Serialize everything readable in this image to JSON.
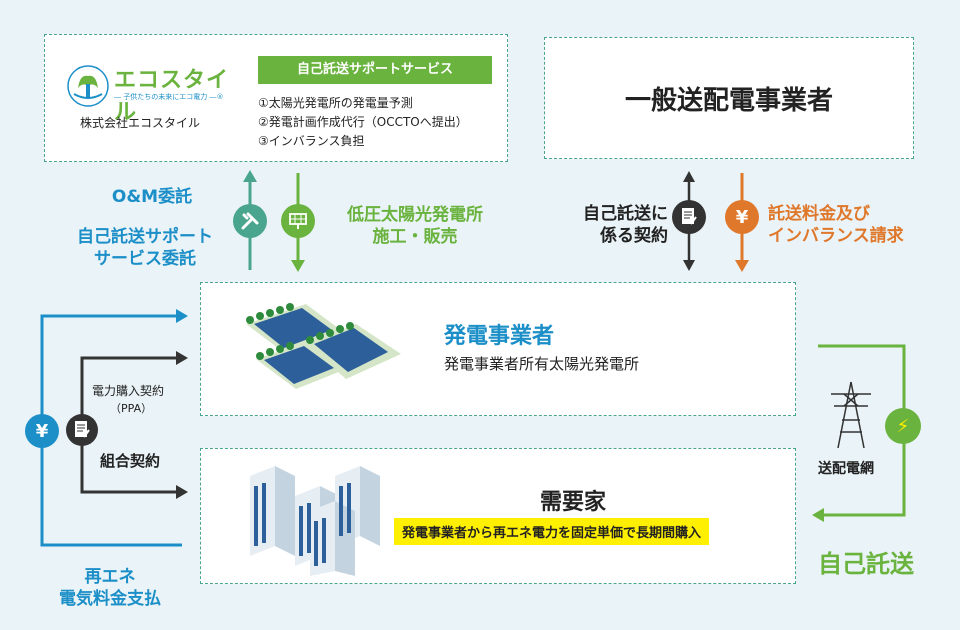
{
  "company": {
    "logo_name": "エコスタイル",
    "logo_tagline": "― 子供たちの未来にエコ電力 ―®",
    "name": "株式会社エコスタイル"
  },
  "service": {
    "title": "自己託送サポートサービス",
    "items": [
      "①太陽光発電所の発電量予測",
      "②発電計画作成代行（OCCTOへ提出）",
      "③インバランス負担"
    ]
  },
  "transmission_operator": {
    "title": "一般送配電事業者"
  },
  "left_labels": {
    "om": "O&M委託",
    "support_line1": "自己託送サポート",
    "support_line2": "サービス委託"
  },
  "construction": {
    "line1": "低圧太陽光発電所",
    "line2": "施工・販売"
  },
  "contract": {
    "line1": "自己託送に",
    "line2": "係る契約"
  },
  "fee": {
    "line1": "託送料金及び",
    "line2": "インバランス請求"
  },
  "generator": {
    "title": "発電事業者",
    "subtitle": "発電事業者所有太陽光発電所"
  },
  "consumer": {
    "title": "需要家",
    "subtitle": "発電事業者から再エネ電力を固定単価で長期間購入"
  },
  "ppa": {
    "line1": "電力購入契約",
    "line2": "（PPA）"
  },
  "union": {
    "label": "組合契約"
  },
  "grid": {
    "label": "送配電網"
  },
  "self_wheeling": {
    "label": "自己託送"
  },
  "payment": {
    "line1": "再エネ",
    "line2": "電気料金支払"
  },
  "icons": {
    "yen": "¥",
    "lightning": "⚡"
  },
  "colors": {
    "green": "#6ab33e",
    "blue": "#1c8fc8",
    "orange": "#e0782b",
    "dark": "#333333",
    "teal": "#4aa58e"
  }
}
